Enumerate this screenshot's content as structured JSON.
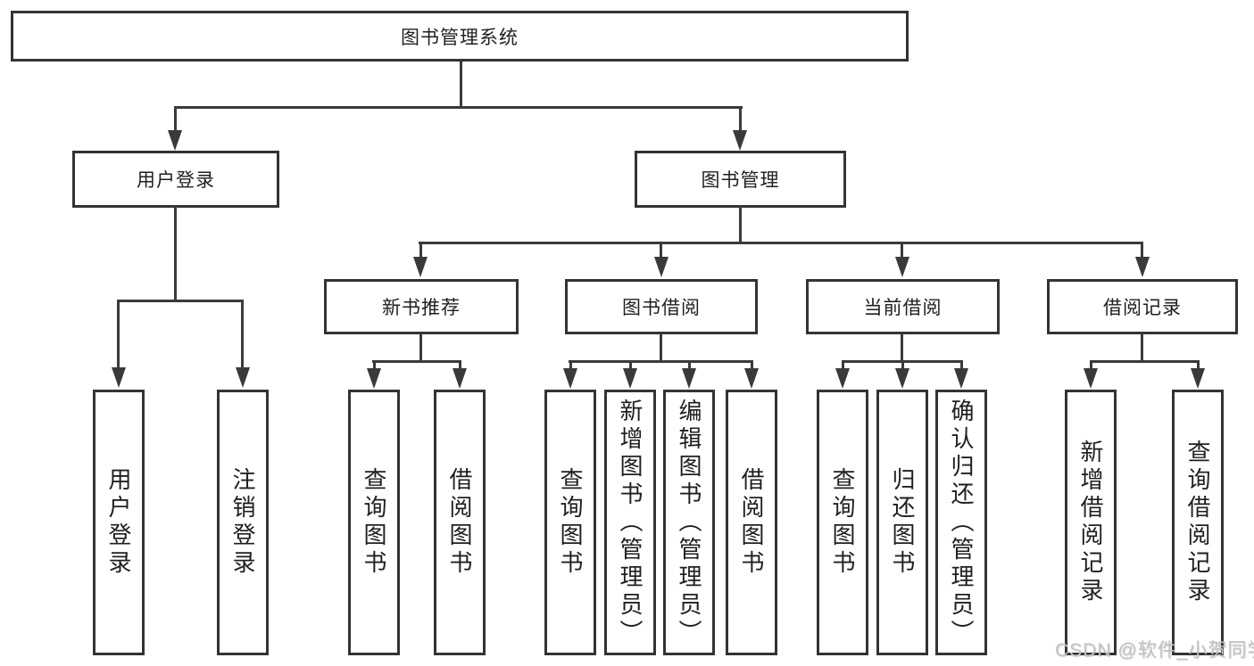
{
  "diagram": {
    "title": "图书管理系统",
    "root": {
      "label": "图书管理系统"
    },
    "branches": [
      {
        "label": "用户登录",
        "children": [
          {
            "label": "用户登录"
          },
          {
            "label": "注销登录"
          }
        ]
      },
      {
        "label": "图书管理",
        "groups": [
          {
            "label": "新书推荐",
            "children": [
              {
                "label": "查询图书"
              },
              {
                "label": "借阅图书"
              }
            ]
          },
          {
            "label": "图书借阅",
            "children": [
              {
                "label": "查询图书"
              },
              {
                "label": "新增图书（管理员）"
              },
              {
                "label": "编辑图书（管理员）"
              },
              {
                "label": "借阅图书"
              }
            ]
          },
          {
            "label": "当前借阅",
            "children": [
              {
                "label": "查询图书"
              },
              {
                "label": "归还图书"
              },
              {
                "label": "确认归还（管理员）"
              }
            ]
          },
          {
            "label": "借阅记录",
            "children": [
              {
                "label": "新增借阅记录"
              },
              {
                "label": "查询借阅记录"
              }
            ]
          }
        ]
      }
    ]
  },
  "watermark": {
    "text": "CSDN @软件_小贺同学"
  },
  "colors": {
    "background": "#ffffff",
    "line": "#3a3a3a",
    "box_border": "#333333",
    "text": "#1f1f1f",
    "watermark": "#c3c3c3"
  }
}
